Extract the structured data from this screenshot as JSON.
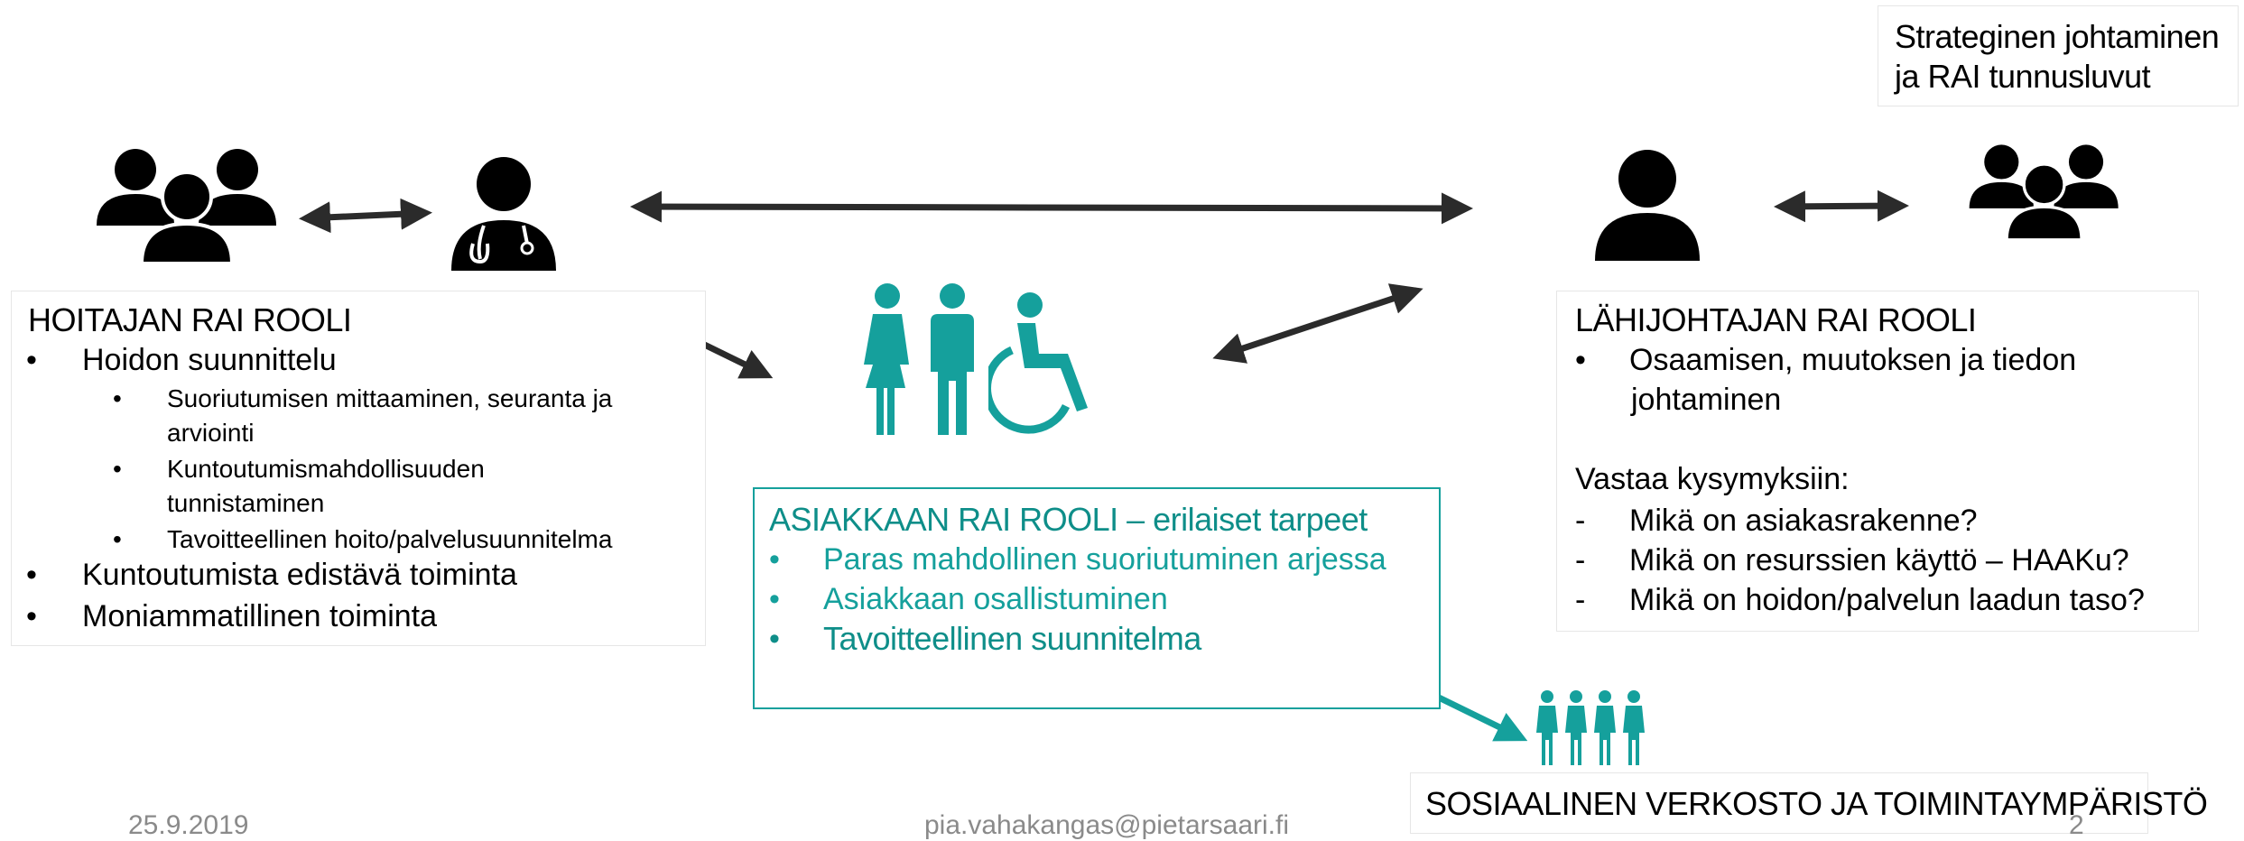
{
  "top_right": {
    "line1": "Strateginen johtaminen",
    "line2": "ja RAI tunnusluvut"
  },
  "nurse_box": {
    "title": "HOITAJAN RAI ROOLI",
    "items": [
      "Hoidon suunnittelu",
      "Kuntoutumista edistävä toiminta",
      "Moniammatillinen toiminta"
    ],
    "sub_items": [
      [
        "Suoriutumisen mittaaminen, seuranta ja",
        "arviointi"
      ],
      [
        "Kuntoutumismahdollisuuden",
        "tunnistaminen"
      ],
      [
        "Tavoitteellinen hoito/palvelusuunnitelma"
      ]
    ]
  },
  "client_box": {
    "title": "ASIAKKAAN RAI ROOLI – erilaiset tarpeet",
    "items": [
      "Paras mahdollinen suoriutuminen arjessa",
      "Asiakkaan osallistuminen",
      "Tavoitteellinen suunnitelma"
    ]
  },
  "manager_box": {
    "title": "LÄHIJOHTAJAN RAI ROOLI",
    "item": [
      "Osaamisen, muutoksen ja tiedon",
      "johtaminen"
    ],
    "question_title": "Vastaa kysymyksiin:",
    "questions": [
      "Mikä on asiakasrakenne?",
      "Mikä on resurssien käyttö – HAAKu?",
      "Mikä on hoidon/palvelun laadun taso?"
    ]
  },
  "network_label": "SOSIAALINEN VERKOSTO JA TOIMINTAYMPÄRISTÖ",
  "footer": {
    "date": "25.9.2019",
    "email": "pia.vahakangas@pietarsaari.fi",
    "page": "2"
  },
  "colors": {
    "accent": "#15a09c",
    "icon": "#000000",
    "arrow": "#2b2b2b"
  },
  "icons": [
    "group-icon",
    "doctor-icon",
    "person-icon",
    "family-icon",
    "wheelchair-icon",
    "network-people-icon"
  ]
}
